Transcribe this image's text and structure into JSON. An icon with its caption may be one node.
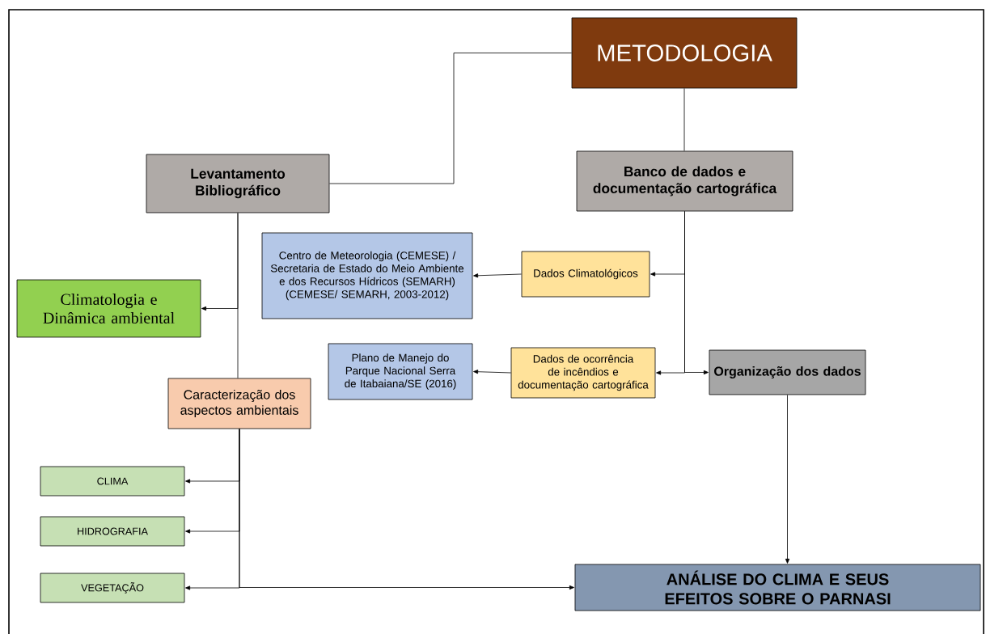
{
  "diagram": {
    "nodes": [
      {
        "text": [
          "METODOLOGIA"
        ]
      },
      {
        "text": [
          "Levantamento Bibliográfico"
        ]
      },
      {
        "text": [
          "Banco de dados e documentação cartográfica"
        ]
      },
      {
        "text": [
          "Centro de Meteorologia (CEMESE) / Secretaria de Estado do Meio Ambiente e dos Recursos Hídricos (SEMARH) (CEMESE/ SEMARH, 2003-2012)"
        ]
      },
      {
        "text": [
          "Dados Climatológicos"
        ]
      },
      {
        "text": [
          "Climatologia e Dinâmica ambiental"
        ]
      },
      {
        "text": [
          "Plano de Manejo do Parque Nacional Serra de Itabaiana/SE (2016)"
        ]
      },
      {
        "text": [
          "Dados de ocorrência de incêndios e documentação cartográfica"
        ]
      },
      {
        "text": [
          "Organização dos dados"
        ]
      },
      {
        "text": [
          "Caracterização dos aspectos ambientais"
        ]
      },
      {
        "text": [
          "CLIMA"
        ]
      },
      {
        "text": [
          "HIDROGRAFIA"
        ]
      },
      {
        "text": [
          "VEGETAÇÃO"
        ]
      },
      {
        "text": [
          "ANÁLISE DO CLIMA E SEUS EFEITOS SOBRE O PARNASI"
        ]
      }
    ],
    "edges": [
      {
        "from": 0,
        "to": 1,
        "arrow": "none"
      },
      {
        "from": 0,
        "to": 2,
        "arrow": "none"
      },
      {
        "from": 1,
        "to": 9,
        "arrow": "none"
      },
      {
        "from": 1,
        "to": 5,
        "arrow": "to"
      },
      {
        "from": 2,
        "to": 4,
        "arrow": "to"
      },
      {
        "from": 2,
        "to": 7,
        "arrow": "to"
      },
      {
        "from": 2,
        "to": 8,
        "arrow": "to"
      },
      {
        "from": 4,
        "to": 3,
        "arrow": "to"
      },
      {
        "from": 7,
        "to": 6,
        "arrow": "to"
      },
      {
        "from": 9,
        "to": 10,
        "arrow": "to"
      },
      {
        "from": 9,
        "to": 11,
        "arrow": "to"
      },
      {
        "from": 9,
        "to": 12,
        "arrow": "to"
      },
      {
        "from": 9,
        "to": 13,
        "arrow": "to"
      },
      {
        "from": 8,
        "to": 13,
        "arrow": "to"
      }
    ]
  }
}
